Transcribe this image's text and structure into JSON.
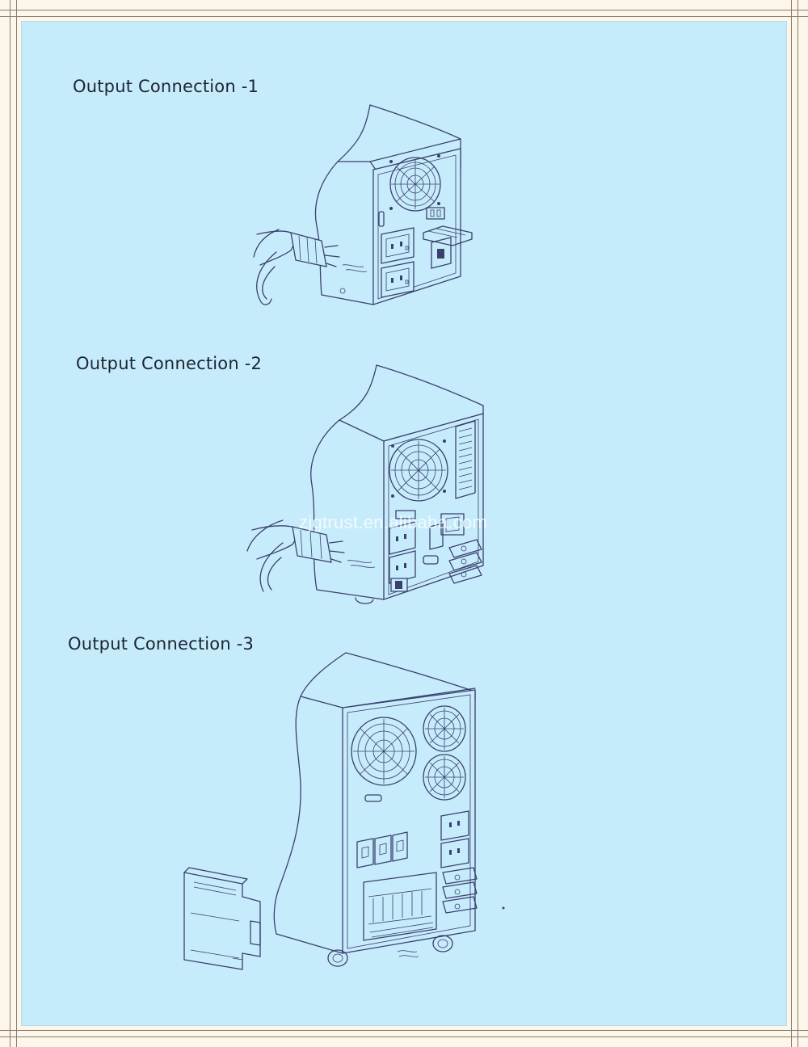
{
  "captions": {
    "output_1": "Output Connection -1",
    "output_2": "Output Connection -2",
    "output_3": "Output Connection -3"
  },
  "watermark": "zjgtrust.en.alibaba.com",
  "colors": {
    "page_background": "#c6ecfb",
    "frame": "#fdf6ea",
    "line_art": "#3b3f6e"
  }
}
